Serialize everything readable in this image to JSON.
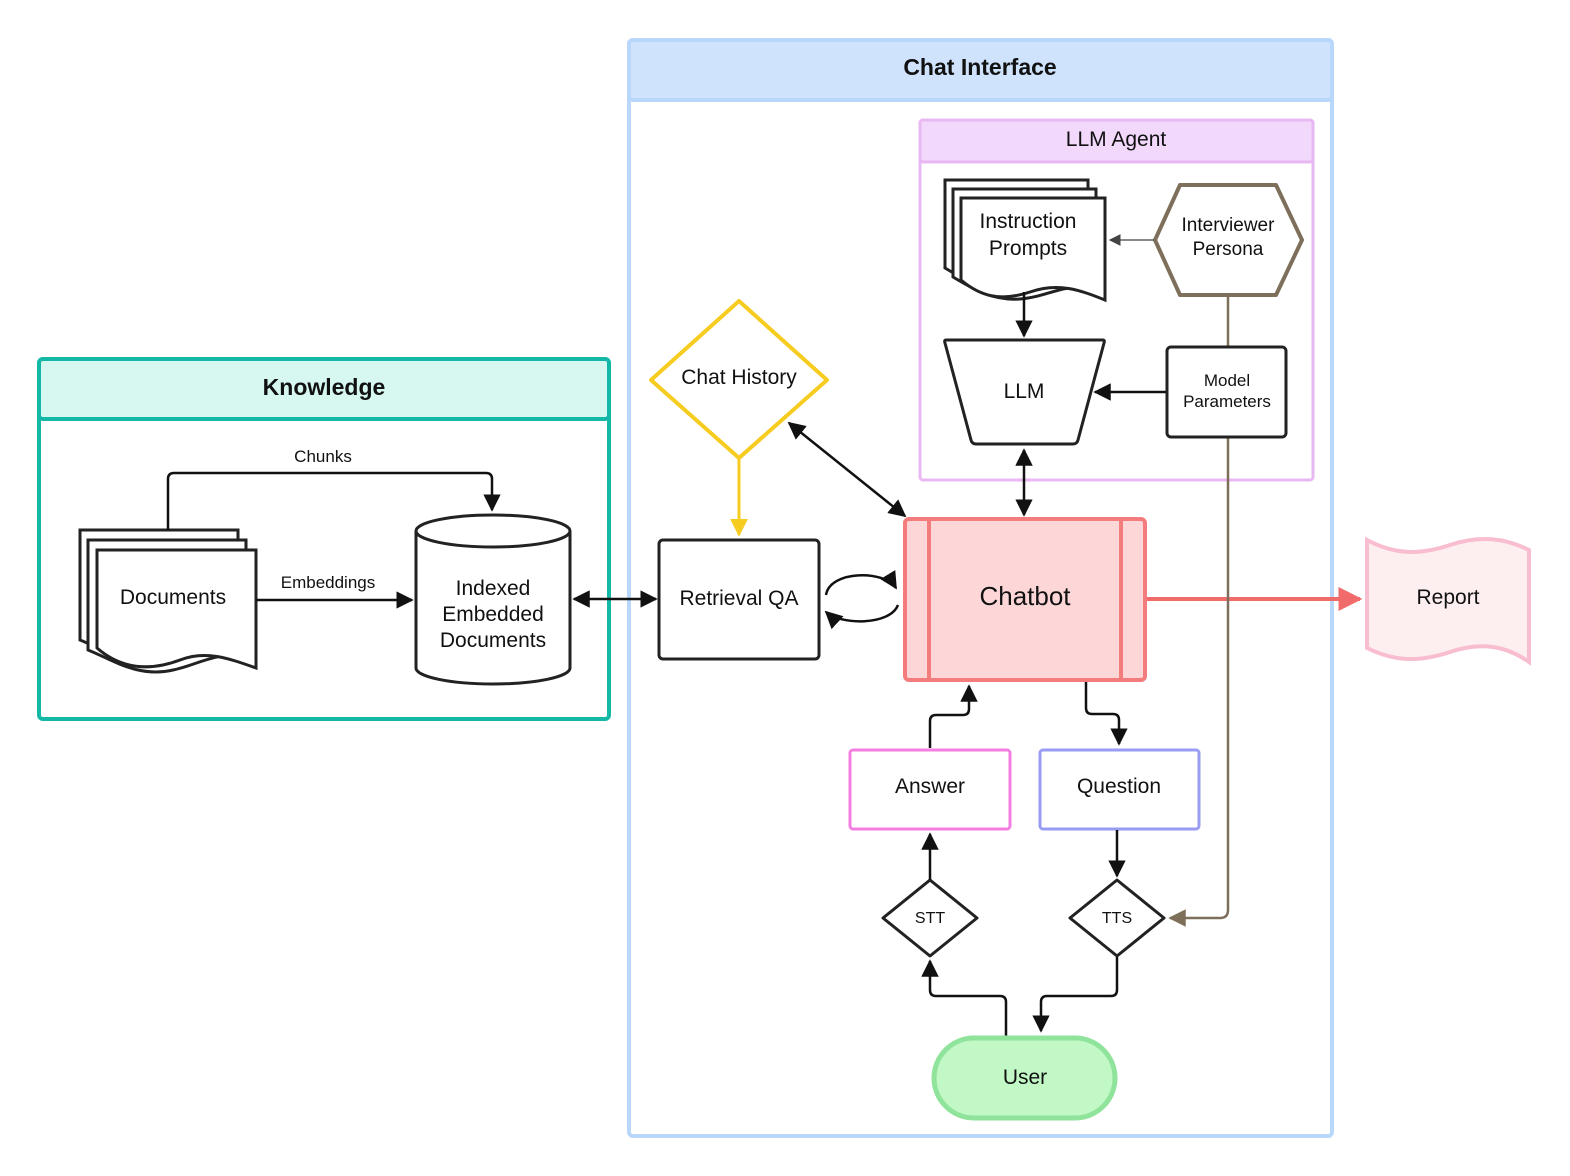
{
  "containers": {
    "chat_interface": "Chat Interface",
    "llm_agent": "LLM Agent",
    "knowledge": "Knowledge"
  },
  "nodes": {
    "documents": "Documents",
    "indexed_line1": "Indexed",
    "indexed_line2": "Embedded",
    "indexed_line3": "Documents",
    "chat_history": "Chat History",
    "retrieval_qa": "Retrieval QA",
    "chatbot": "Chatbot",
    "instruction_line1": "Instruction",
    "instruction_line2": "Prompts",
    "persona_line1": "Interviewer",
    "persona_line2": "Persona",
    "llm": "LLM",
    "model_params_line1": "Model",
    "model_params_line2": "Parameters",
    "report": "Report",
    "answer": "Answer",
    "question": "Question",
    "stt": "STT",
    "tts": "TTS",
    "user": "User"
  },
  "edge_labels": {
    "chunks": "Chunks",
    "embeddings": "Embeddings"
  },
  "colors": {
    "chat_interface_border": "#b9d6fb",
    "chat_interface_header": "#cfe3fd",
    "llm_agent_border": "#e8b8f3",
    "llm_agent_header": "#f2d8fb",
    "knowledge_border": "#14b8a6",
    "knowledge_header": "#d6f8f1",
    "chat_history": "#f7cc21",
    "chatbot_fill": "#fdd7d8",
    "chatbot_border": "#f47c7c",
    "report_arrow": "#f26b6b",
    "report_fill": "#fdeef0",
    "report_border": "#f9bdd0",
    "persona_border": "#7d6f5a",
    "answer_border": "#f47ee0",
    "question_border": "#9a9cf4",
    "user_fill": "#c2f7c6",
    "user_border": "#8fe39a"
  }
}
